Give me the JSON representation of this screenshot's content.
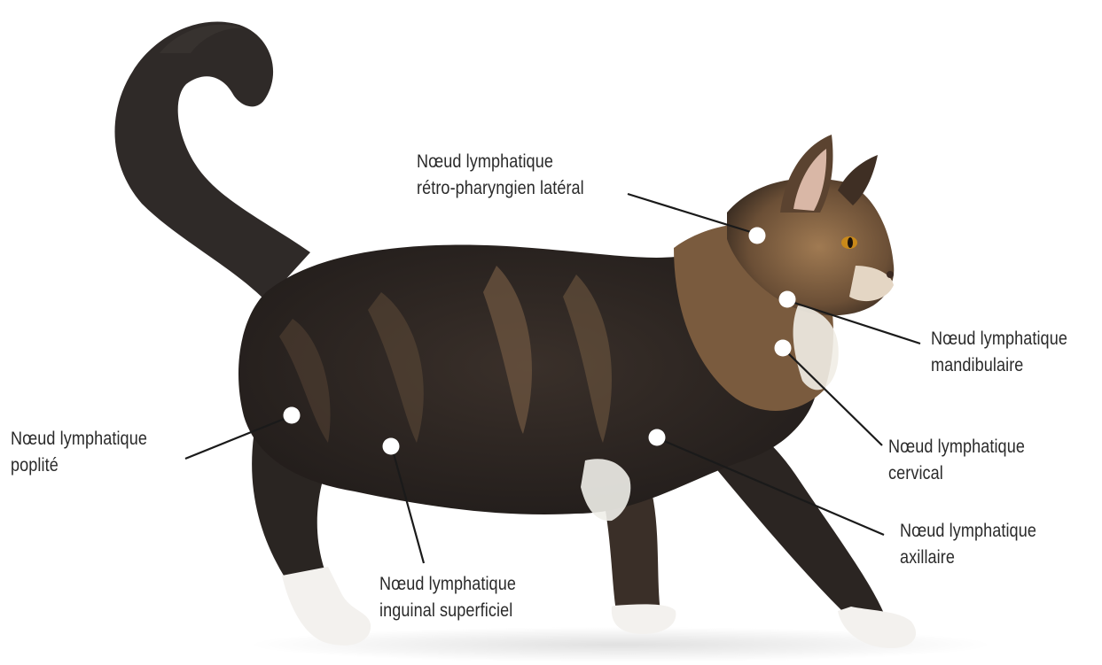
{
  "labels": {
    "retro_pharyngien": {
      "line1": "Nœud lymphatique",
      "line2": "rétro-pharyngien latéral"
    },
    "mandibulaire": {
      "line1": "Nœud lymphatique",
      "line2": "mandibulaire"
    },
    "cervical": {
      "line1": "Nœud lymphatique",
      "line2": "cervical"
    },
    "axillaire": {
      "line1": "Nœud lymphatique",
      "line2": "axillaire"
    },
    "poplite": {
      "line1": "Nœud lymphatique",
      "line2": "poplité"
    },
    "inguinal": {
      "line1": "Nœud lymphatique",
      "line2": "inguinal superficiel"
    }
  },
  "colors": {
    "fur_dark": "#2b2624",
    "fur_brown": "#8a6a4a",
    "fur_white": "#f2f0ec",
    "marker": "#ffffff",
    "leader_line": "#1a1a1a",
    "text": "#2a2a2a"
  }
}
